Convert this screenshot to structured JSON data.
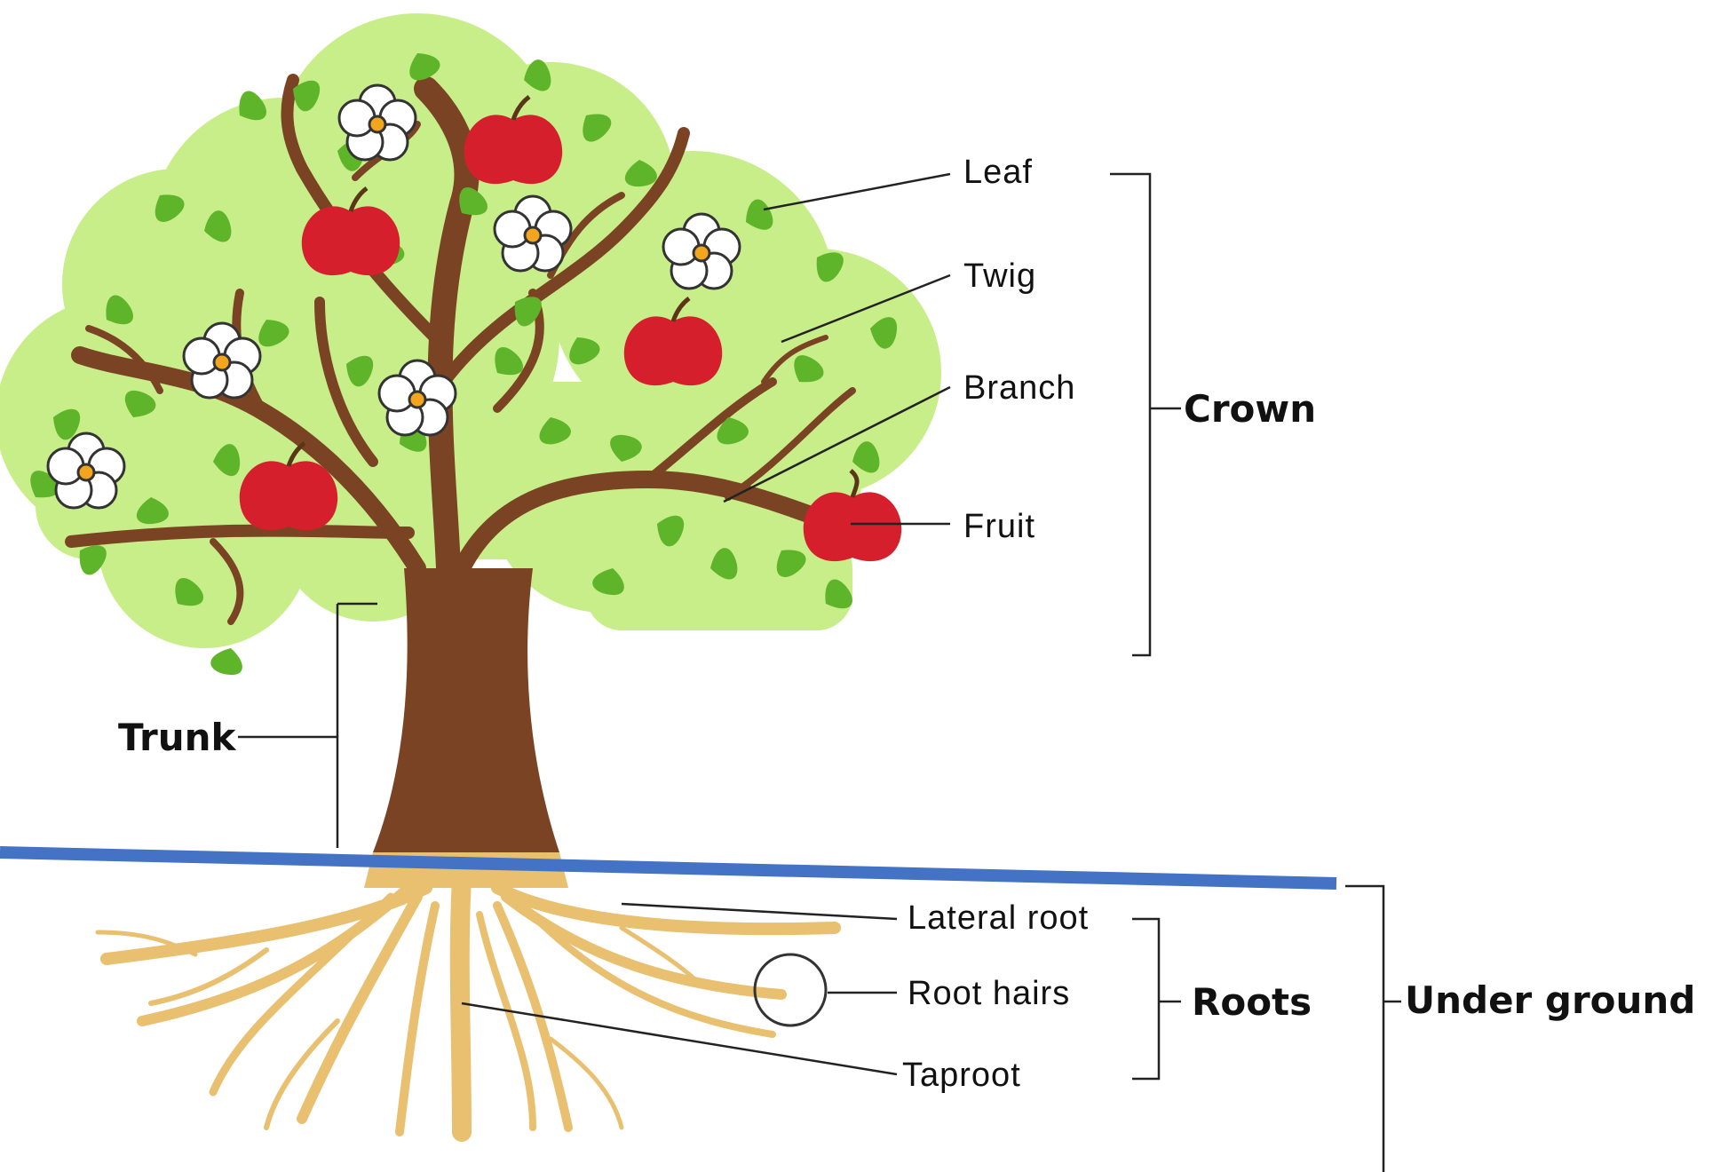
{
  "labels": {
    "leaf": "Leaf",
    "twig": "Twig",
    "branch": "Branch",
    "fruit": "Fruit",
    "crown": "Crown",
    "trunk": "Trunk",
    "lateral_root": "Lateral root",
    "root_hairs": "Root hairs",
    "taproot": "Taproot",
    "roots": "Roots",
    "under_ground": "Under ground"
  },
  "colors": {
    "foliage": "#c8ee8a",
    "leaf": "#5fb52a",
    "bark": "#7a4424",
    "root": "#e8c06f",
    "fruit": "#d61f2c",
    "ground_line": "#4472c4",
    "flower_center": "#f3a51e"
  }
}
